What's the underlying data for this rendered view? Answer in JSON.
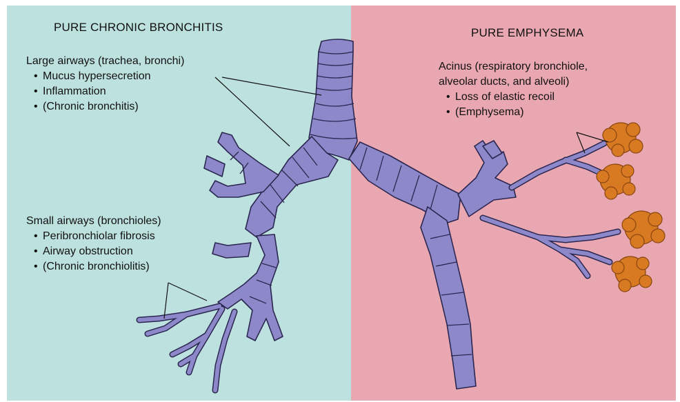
{
  "colors": {
    "left_panel": "#bde1df",
    "right_panel": "#e9a7b1",
    "airway_fill": "#8d88c9",
    "airway_stroke": "#2a2650",
    "alveoli_fill": "#d77a22"
  },
  "left": {
    "heading": "PURE CHRONIC BRONCHITIS",
    "large": {
      "head": "Large airways (trachea, bronchi)",
      "items": [
        "Mucus hypersecretion",
        "Inflammation",
        "(Chronic bronchitis)"
      ]
    },
    "small": {
      "head": "Small airways (bronchioles)",
      "items": [
        "Peribronchiolar fibrosis",
        "Airway obstruction",
        "(Chronic bronchiolitis)"
      ]
    }
  },
  "right": {
    "heading": "PURE EMPHYSEMA",
    "acinus": {
      "head_line1": "Acinus (respiratory bronchiole,",
      "head_line2": "alveolar ducts, and alveoli)",
      "items": [
        "Loss of elastic recoil",
        "(Emphysema)"
      ]
    }
  },
  "bullet": "•"
}
